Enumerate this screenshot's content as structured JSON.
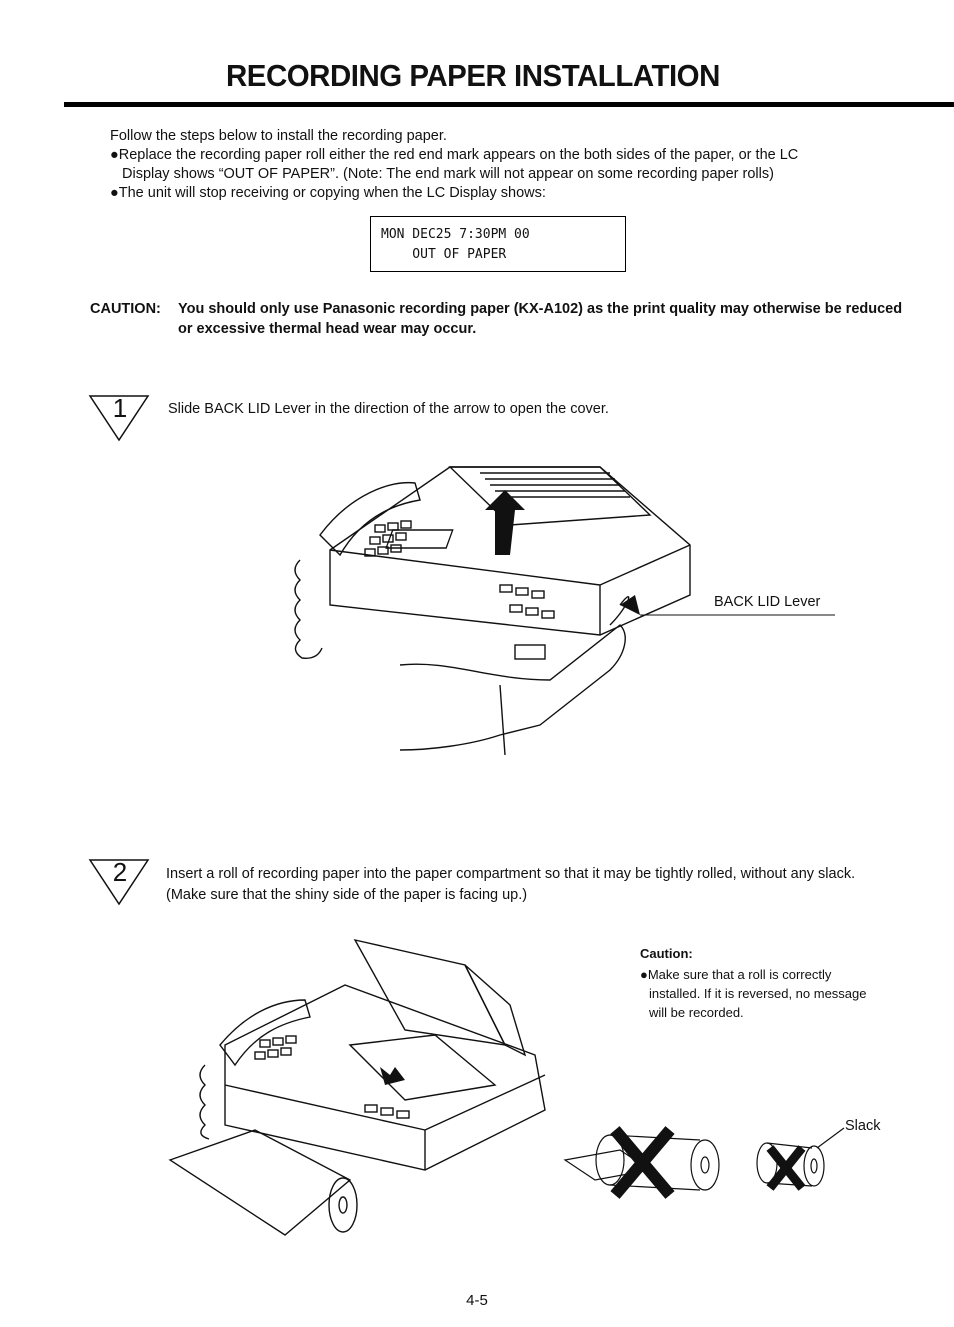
{
  "page": {
    "title": "RECORDING PAPER INSTALLATION",
    "page_number": "4-5"
  },
  "intro": {
    "line1": "Follow the steps below to install the recording paper.",
    "bullet1_a": "●Replace the recording paper roll either the red end mark appears on the both sides of the paper, or the LC",
    "bullet1_b": "Display shows “OUT OF PAPER”. (Note: The end mark will not appear on some recording paper rolls)",
    "bullet2": "●The unit will stop receiving or copying when the LC Display shows:"
  },
  "lcd": {
    "line1": "MON DEC25 7:30PM 00",
    "line2": "    OUT OF PAPER"
  },
  "caution": {
    "label": "CAUTION:",
    "text": "You should only use Panasonic recording paper (KX-A102) as the print quality may otherwise be reduced or excessive thermal head wear may occur."
  },
  "step1": {
    "number": "1",
    "text": "Slide BACK LID Lever in the direction of the arrow to open the cover.",
    "callout": "BACK LID Lever"
  },
  "step2": {
    "number": "2",
    "text_line1": "Insert a roll of recording paper into the paper compartment so that it may be tightly rolled, without any slack.",
    "text_line2": "(Make sure that the shiny side of the paper is facing up.)",
    "caution_heading": "Caution:",
    "caution_line1": "●Make sure that a roll is correctly",
    "caution_line2": "installed. If it is reversed, no message",
    "caution_line3": "will be recorded.",
    "slack_label": "Slack"
  },
  "icons": {
    "step_marker": "triangle-step-icon",
    "wrong_mark": "x-mark-icon"
  },
  "colors": {
    "ink": "#111111",
    "background": "#ffffff"
  }
}
